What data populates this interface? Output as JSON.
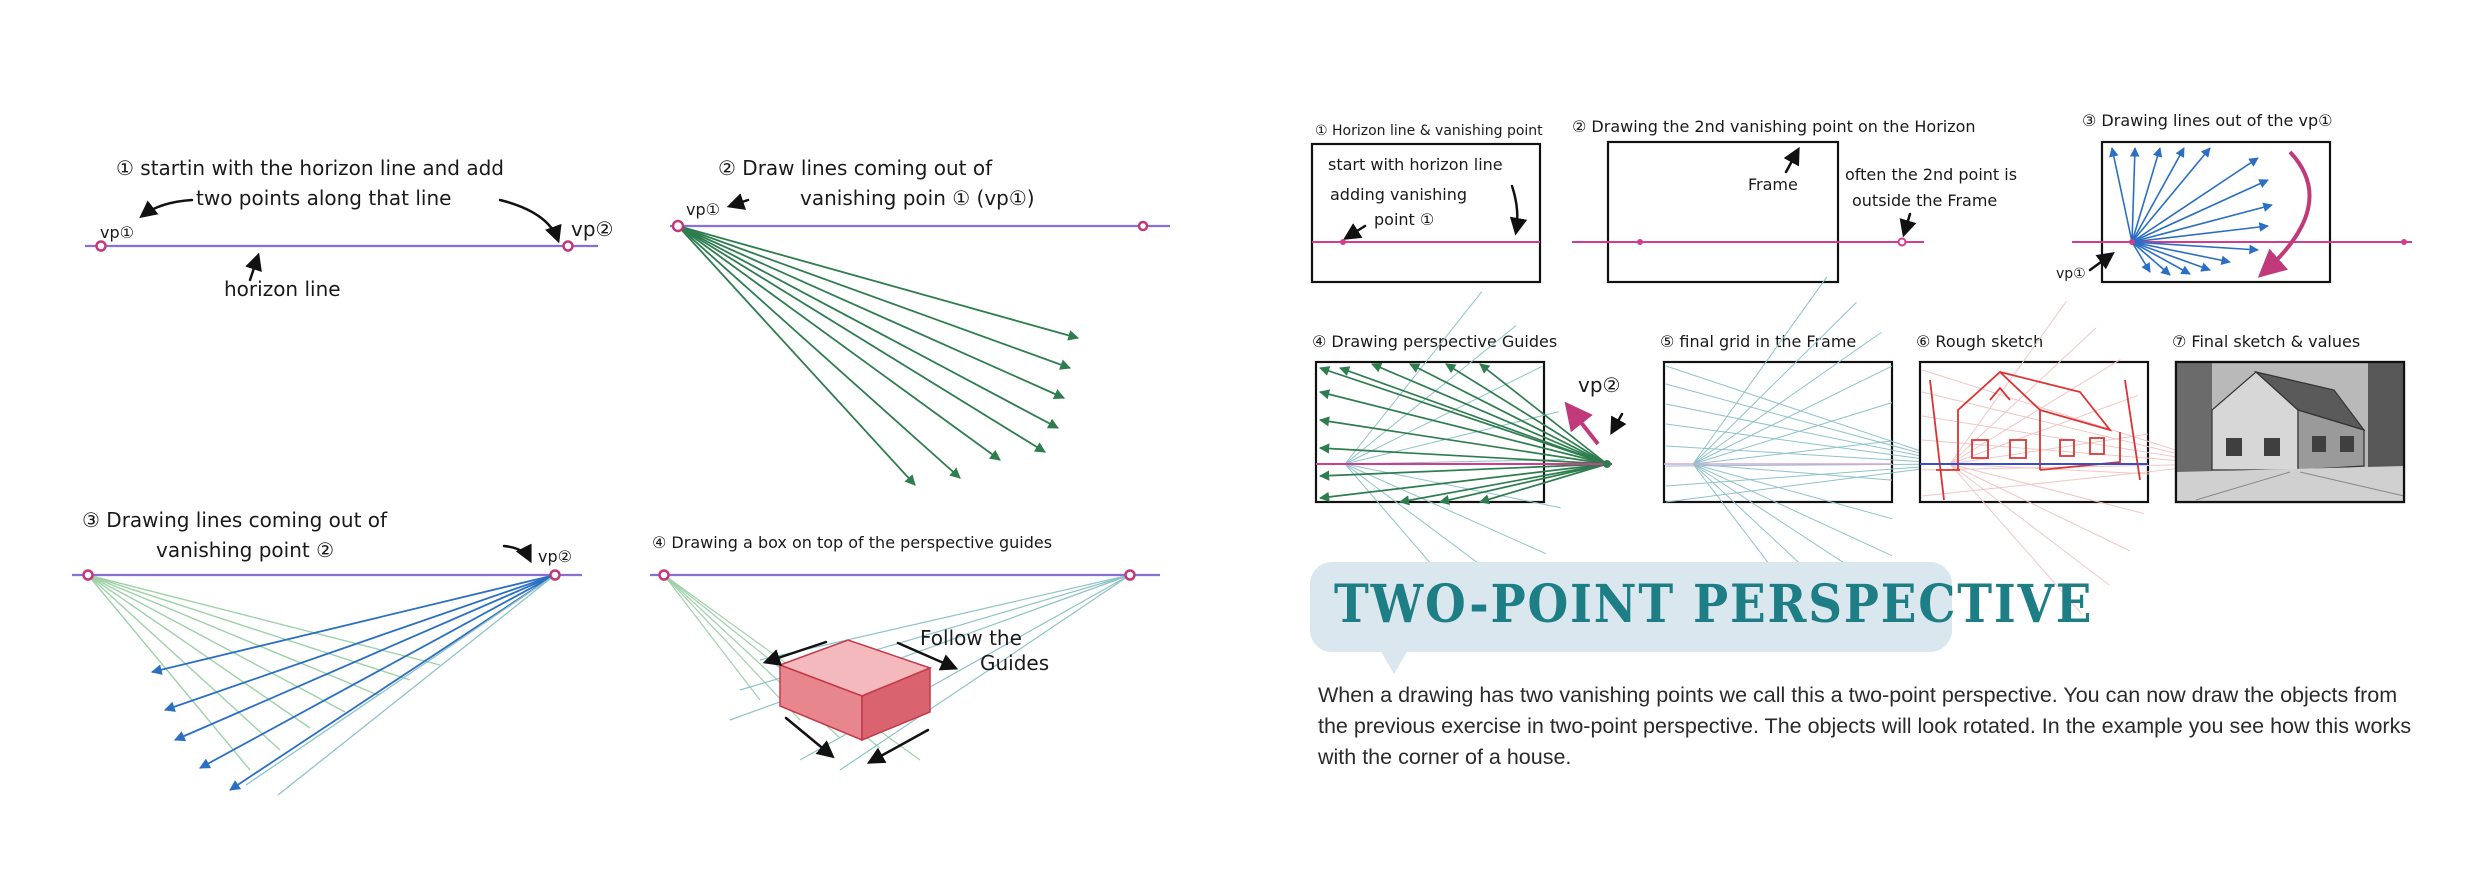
{
  "left_panels": {
    "p1": {
      "caption_line1": "① startin with the horizon line and add",
      "caption_line2": "two points along that line",
      "vp1_label": "vp①",
      "vp2_label": "vp②",
      "horizon_label": "horizon line"
    },
    "p2": {
      "caption_line1": "② Draw lines coming out of",
      "caption_line2": "vanishing poin ① (vp①)",
      "vp1_label": "vp①"
    },
    "p3": {
      "caption_line1": "③ Drawing lines coming out of",
      "caption_line2": "vanishing point ②",
      "vp2_label": "vp②"
    },
    "p4": {
      "caption": "④ Drawing a box on top of the perspective guides",
      "follow_line1": "Follow the",
      "follow_line2": "Guides"
    }
  },
  "steps": {
    "s1": {
      "title": "① Horizon line & vanishing point",
      "note_line1": "start with horizon line",
      "note_line2": "adding vanishing",
      "note_line3": "point ①"
    },
    "s2": {
      "title": "② Drawing the 2nd vanishing point on the Horizon",
      "frame_label": "Frame",
      "outside_line1": "often the 2nd point is",
      "outside_line2": "outside the Frame"
    },
    "s3": {
      "title": "③ Drawing lines out of the vp①",
      "vp1_label": "vp①"
    },
    "s4": {
      "title": "④ Drawing perspective Guides",
      "vp2_label": "vp②"
    },
    "s5": {
      "title": "⑤ final grid in the Frame"
    },
    "s6": {
      "title": "⑥ Rough sketch"
    },
    "s7": {
      "title": "⑦ Final sketch & values"
    }
  },
  "section": {
    "title": "TWO-POINT PERSPECTIVE",
    "description": "When a drawing has two vanishing points we call this a two-point perspective. You can now draw the objects from the previous exercise in two-point perspective. The objects will look rotated.  In the example you see how this works with the corner of a house."
  },
  "colors": {
    "horizon_left": "#8a6fd6",
    "horizon_right": "#d23c8f",
    "guides_green": "#2e7d4f",
    "guides_blue": "#2a6fc4",
    "box_red": "#e8868e",
    "title_teal": "#1d7e86",
    "title_bubble": "#dae7ee"
  },
  "icons": [
    "arrow-icon",
    "vanishing-point-icon"
  ]
}
